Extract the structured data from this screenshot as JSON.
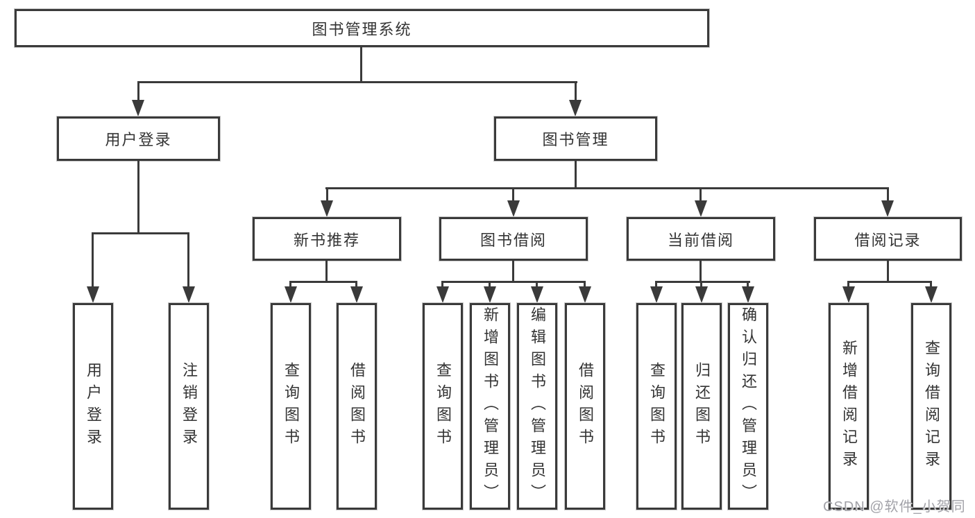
{
  "tree": {
    "root": {
      "label": "图书管理系统"
    },
    "branches": [
      {
        "label": "用户登录",
        "children": [
          {
            "label": "用户登录"
          },
          {
            "label": "注销登录"
          }
        ]
      },
      {
        "label": "图书管理",
        "children": [
          {
            "label": "新书推荐",
            "children": [
              {
                "label": "查询图书"
              },
              {
                "label": "借阅图书"
              }
            ]
          },
          {
            "label": "图书借阅",
            "children": [
              {
                "label": "查询图书"
              },
              {
                "label": "新增图书（管理员）"
              },
              {
                "label": "编辑图书（管理员）"
              },
              {
                "label": "借阅图书"
              }
            ]
          },
          {
            "label": "当前借阅",
            "children": [
              {
                "label": "查询图书"
              },
              {
                "label": "归还图书"
              },
              {
                "label": "确认归还（管理员）"
              }
            ]
          },
          {
            "label": "借阅记录",
            "children": [
              {
                "label": "新增借阅记录"
              },
              {
                "label": "查询借阅记录"
              }
            ]
          }
        ]
      }
    ]
  },
  "watermark": {
    "text": "CSDN @软件_小贺同学"
  },
  "colors": {
    "line": "#3a3a3a",
    "text": "#333333",
    "box_background": "#ffffff",
    "watermark": "#a2a2a8",
    "page_background": "#ffffff"
  }
}
